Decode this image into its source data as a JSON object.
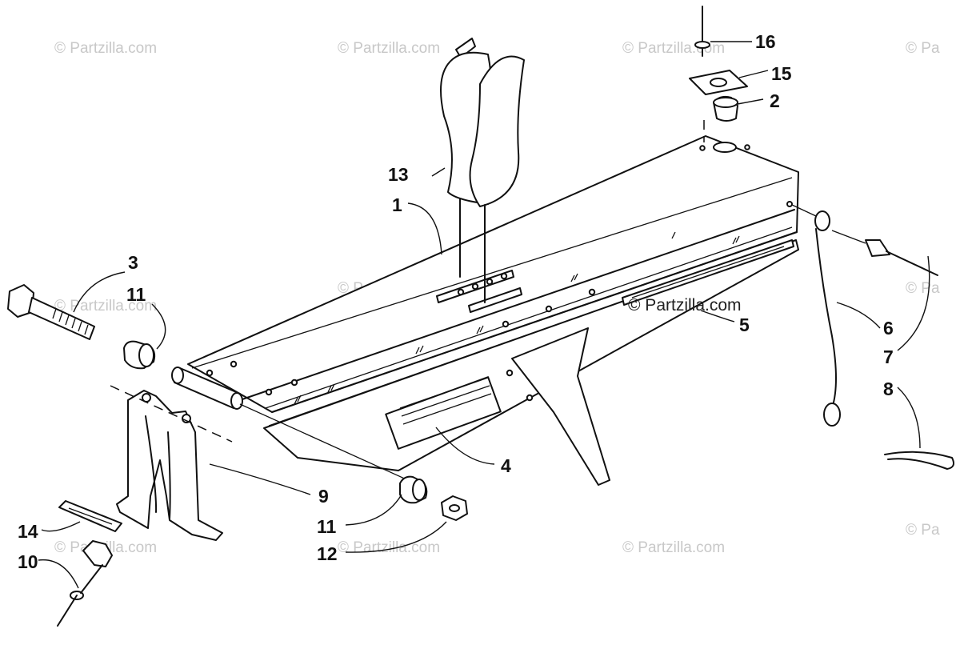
{
  "watermark": "© Partzilla.com",
  "watermark_partial": "© Pa",
  "callouts": [
    {
      "id": "c1",
      "label": "1"
    },
    {
      "id": "c2",
      "label": "2"
    },
    {
      "id": "c3",
      "label": "3"
    },
    {
      "id": "c4",
      "label": "4"
    },
    {
      "id": "c5",
      "label": "5"
    },
    {
      "id": "c6",
      "label": "6"
    },
    {
      "id": "c7",
      "label": "7"
    },
    {
      "id": "c8",
      "label": "8"
    },
    {
      "id": "c9",
      "label": "9"
    },
    {
      "id": "c10",
      "label": "10"
    },
    {
      "id": "c11a",
      "label": "11"
    },
    {
      "id": "c11b",
      "label": "11"
    },
    {
      "id": "c12",
      "label": "12"
    },
    {
      "id": "c13",
      "label": "13"
    },
    {
      "id": "c14",
      "label": "14"
    },
    {
      "id": "c15",
      "label": "15"
    },
    {
      "id": "c16",
      "label": "16"
    }
  ]
}
